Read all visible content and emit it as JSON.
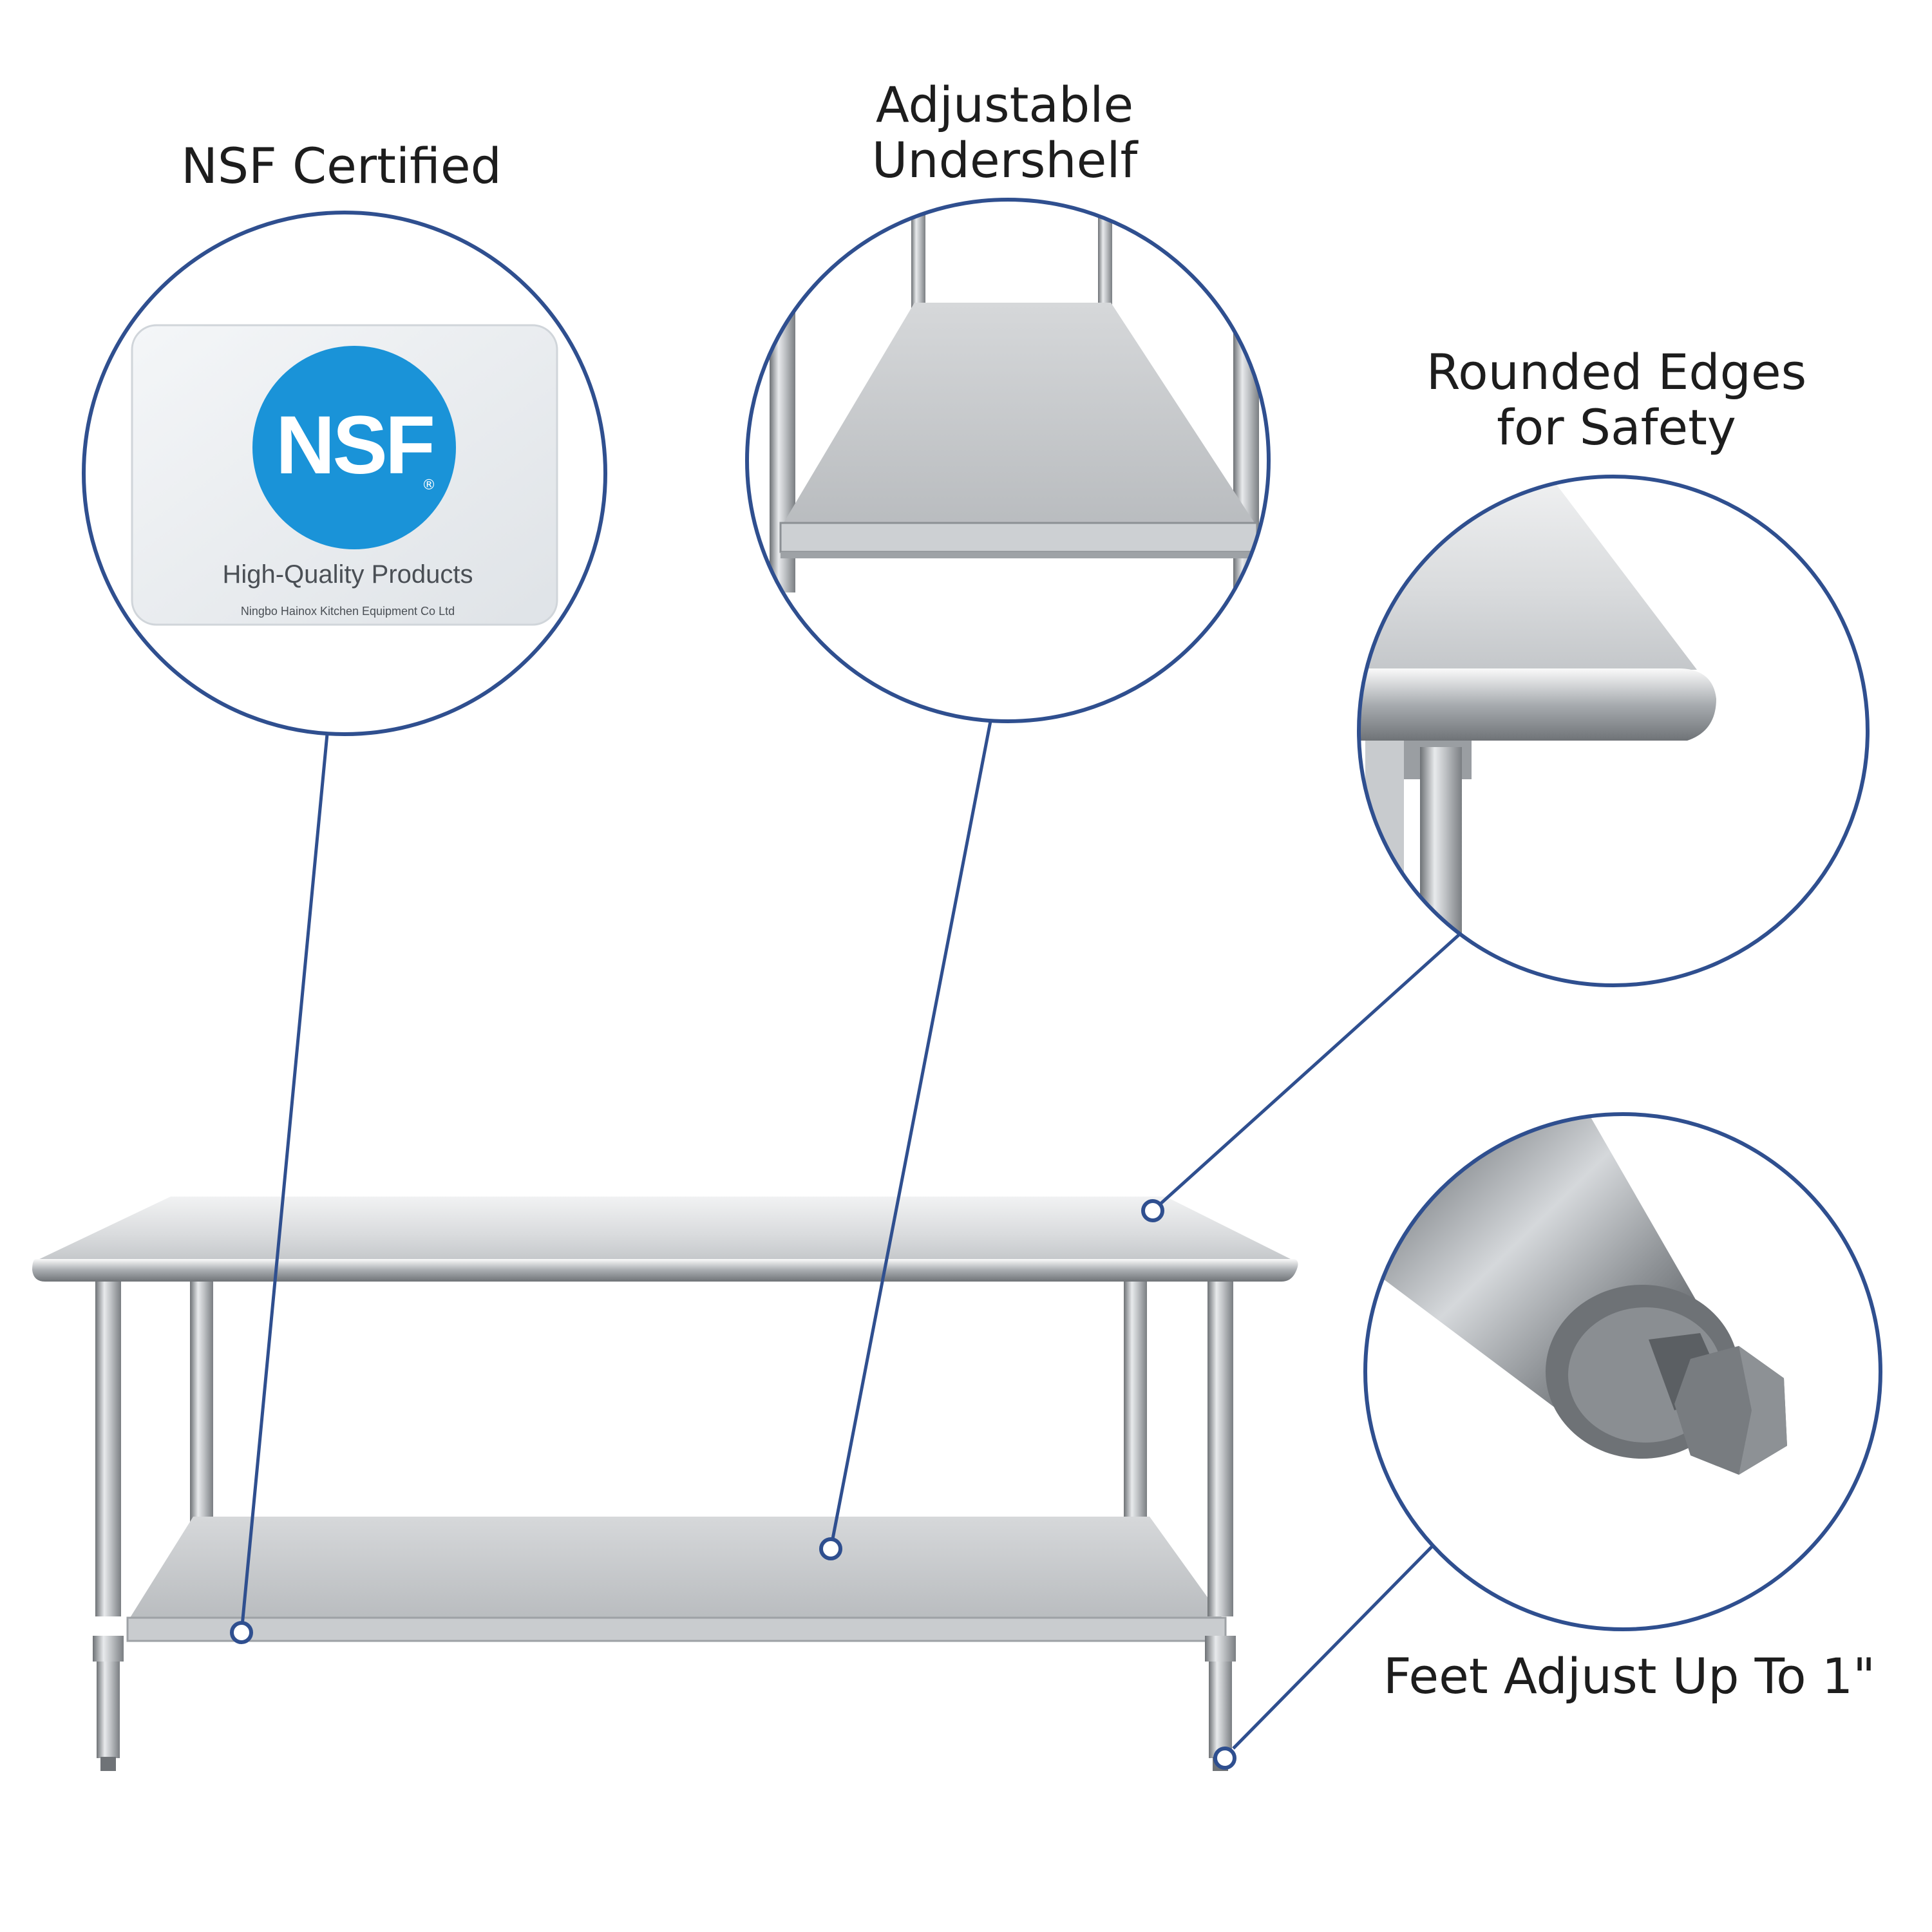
{
  "features": {
    "nsf": {
      "label": "NSF Certified",
      "badge": {
        "logo_text": "NSF",
        "registered_mark": "®",
        "tagline": "High-Quality Products",
        "maker": "Ningbo Hainox Kitchen Equipment Co  Ltd"
      }
    },
    "undershelf": {
      "label_line1": "Adjustable",
      "label_line2": "Undershelf"
    },
    "edges": {
      "label_line1": "Rounded Edges",
      "label_line2": "for Safety"
    },
    "feet": {
      "label": "Feet Adjust Up To 1\""
    }
  },
  "colors": {
    "callout_blue": "#2f4f8f",
    "nsf_blue": "#1a93d8",
    "steel_light": "#e2e4e6",
    "steel_mid": "#b8bbbe",
    "steel_dark": "#7d8185",
    "label_text": "#1d1d1d"
  }
}
